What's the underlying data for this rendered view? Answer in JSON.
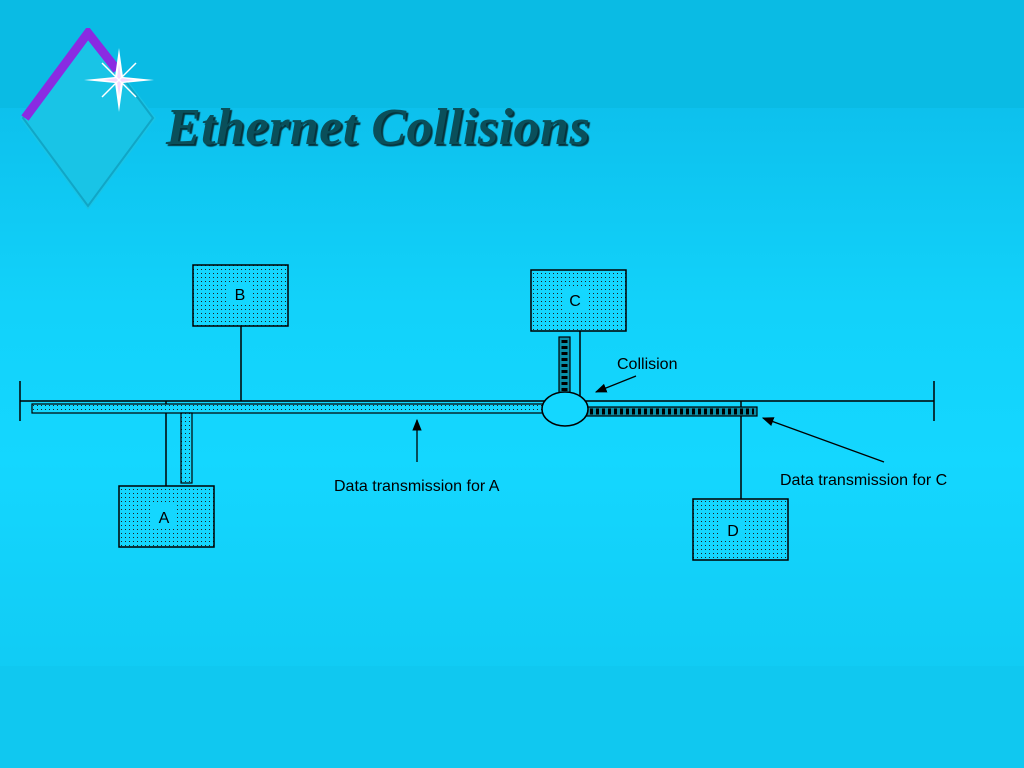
{
  "slide": {
    "title": "Ethernet Collisions",
    "colors": {
      "background": "#14d7ff",
      "title": "#0a4f5a",
      "logo": "#8a2be2"
    }
  },
  "diagram": {
    "stations": {
      "a": "A",
      "b": "B",
      "c": "C",
      "d": "D"
    },
    "annotations": {
      "collision": "Collision",
      "transmission_a": "Data transmission for A",
      "transmission_c": "Data transmission for C"
    }
  }
}
